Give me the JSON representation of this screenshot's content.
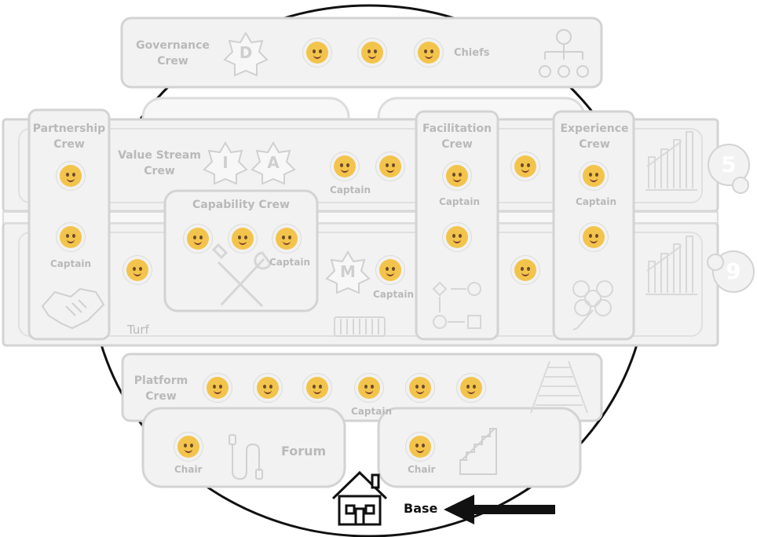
{
  "crews": {
    "governance": "Governance Crew",
    "partnership": "Partnership Crew",
    "value_stream": "Value Stream Crew",
    "capability": "Capability Crew",
    "facilitation": "Facilitation Crew",
    "experience": "Experience Crew",
    "platform": "Platform Crew"
  },
  "badges": {
    "d": "D",
    "i": "I",
    "a": "A",
    "m": "M"
  },
  "numbers": {
    "top": "5",
    "bottom": "9"
  },
  "labels": {
    "chiefs": "Chiefs",
    "captain": "Captain",
    "turf": "Turf",
    "forum": "Forum",
    "chair": "Chair",
    "base": "Base"
  },
  "icons": [
    "org-chart-icon",
    "handshake-icon",
    "tools-icon",
    "flow-diagram-icon",
    "flower-icon",
    "chart-icon",
    "railway-icon",
    "cable-icon",
    "stairs-icon",
    "house-icon",
    "arrow-icon"
  ],
  "colors": {
    "panel_fill": "#f2f2f2",
    "panel_border": "#d3d3d3",
    "text": "#b9b9b9",
    "emoji": "#f3c44c"
  }
}
